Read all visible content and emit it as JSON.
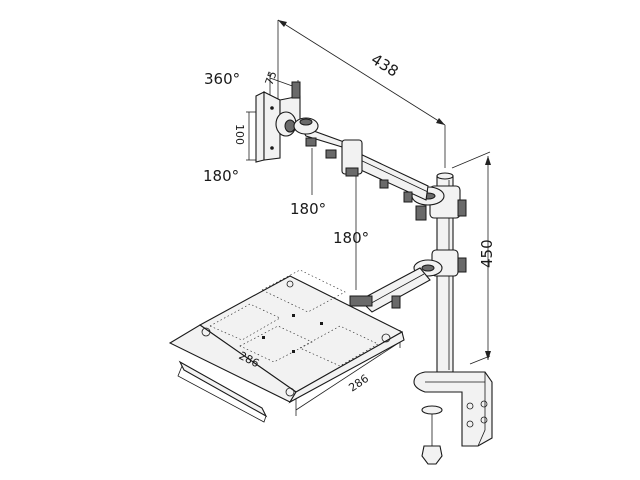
{
  "labels": {
    "width_total": "438",
    "height_total": "450",
    "vesa_w": "75",
    "vesa_h": "100",
    "rot_360": "360°",
    "rot_180_left": "180°",
    "rot_180_arm": "180°",
    "rot_180_lower": "180°",
    "tray_depth": "286",
    "tray_width": "286"
  },
  "colors": {
    "line": "#1a1a1a",
    "metal": "#f2f2f2",
    "shade": "#6a6a6a"
  }
}
